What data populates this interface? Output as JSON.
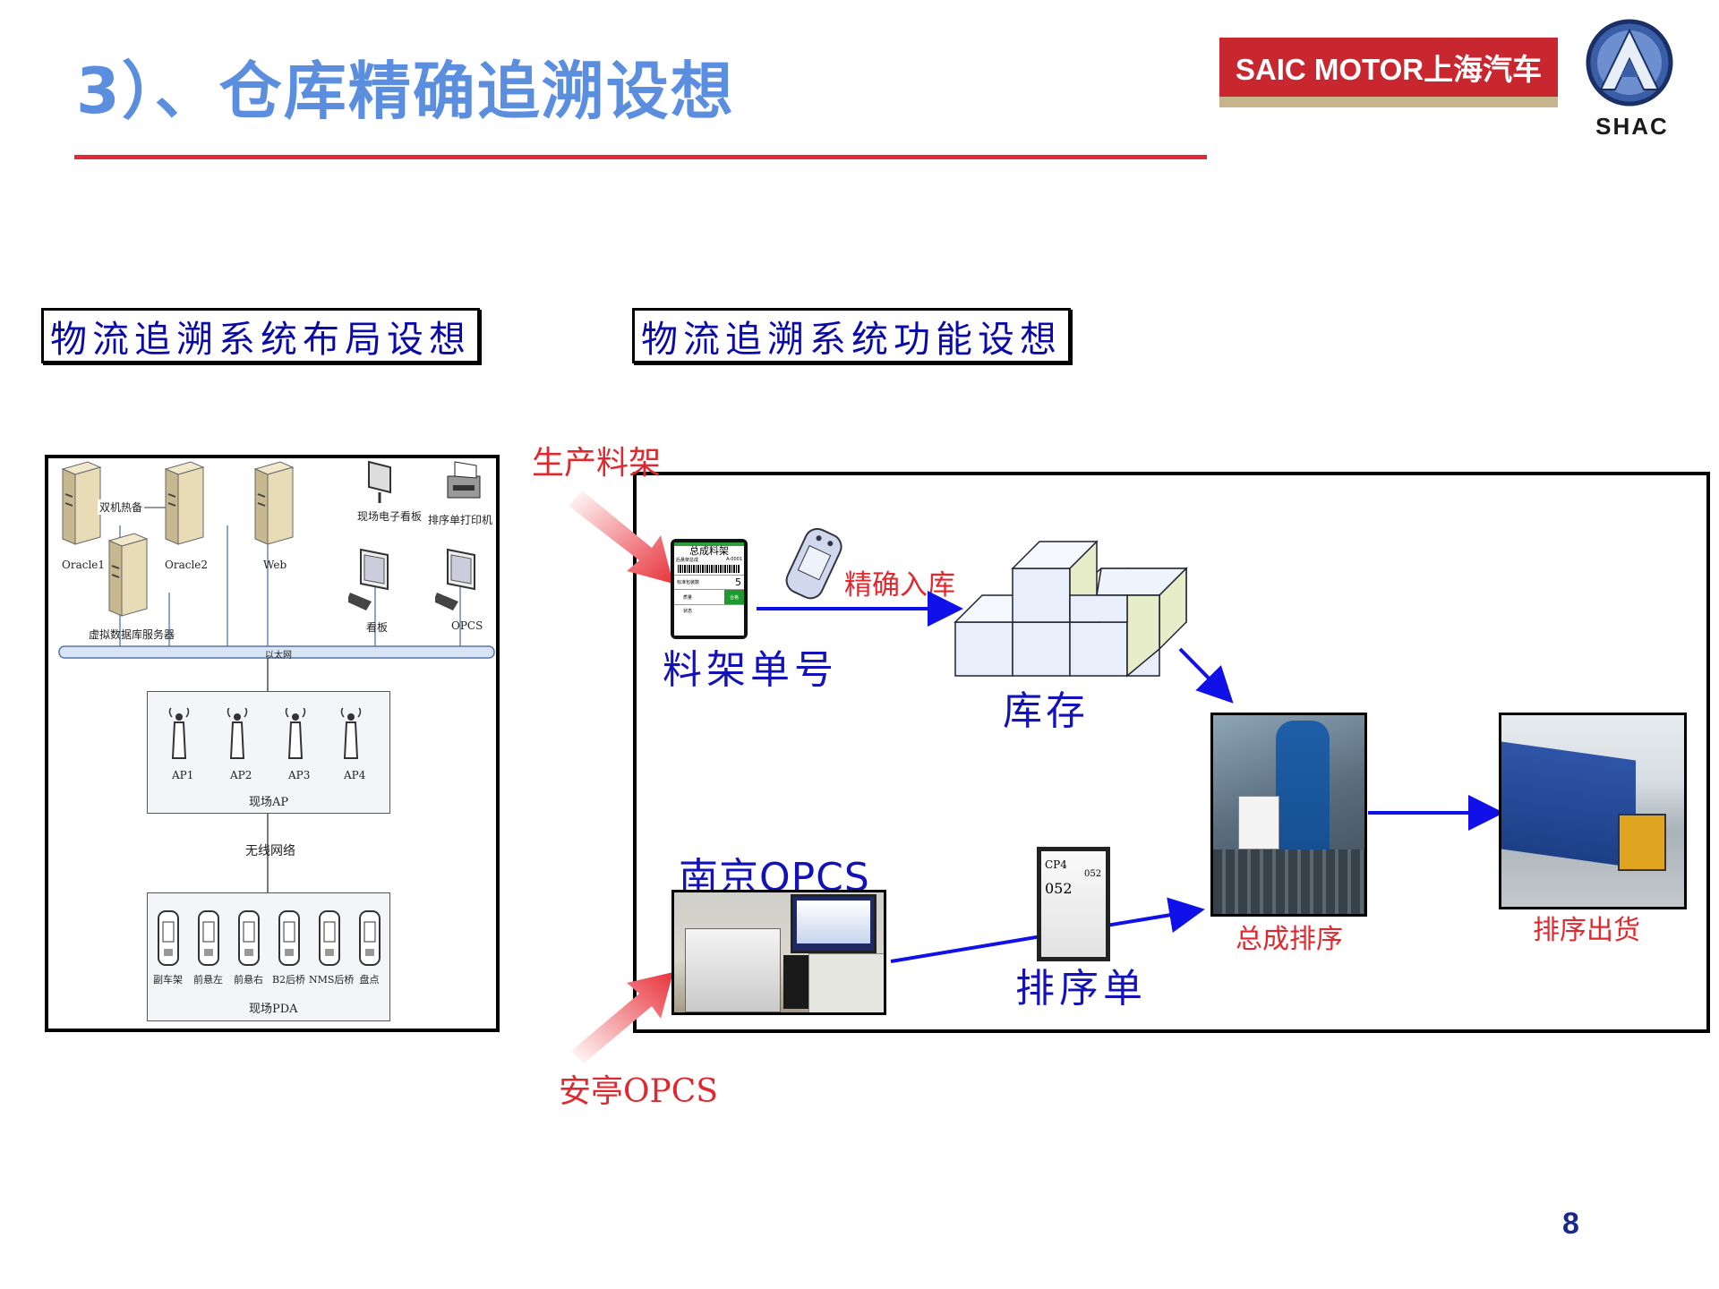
{
  "header": {
    "title": "3）、仓库精确追溯设想",
    "logo_text": "SAIC MOTOR上海汽车",
    "shac_text": "SHAC"
  },
  "sections": {
    "layout_title": "物流追溯系统布局设想",
    "function_title": "物流追溯系统功能设想"
  },
  "layout_diagram": {
    "servers": [
      "Oracle1",
      "Oracle2",
      "Web"
    ],
    "hot_backup": "双机热备",
    "virtual_db": "虚拟数据库服务器",
    "site_board": "现场电子看板",
    "sequence_printer": "排序单打印机",
    "kanban": "看板",
    "opcs": "OPCS",
    "ethernet": "以太网",
    "aps": [
      "AP1",
      "AP2",
      "AP3",
      "AP4"
    ],
    "ap_group": "现场AP",
    "wireless": "无线网络",
    "pdas": [
      "副车架",
      "前悬左",
      "前悬右",
      "B2后桥",
      "NMS后桥",
      "盘点"
    ],
    "pda_group": "现场PDA"
  },
  "function_diagram": {
    "production_rack": "生产料架",
    "precise_inbound": "精确入库",
    "rack_number": "料架单号",
    "inventory": "库存",
    "nanjing_opcs": "南京OPCS",
    "sequence_sheet": "排序单",
    "assembly_sequence": "总成排序",
    "sequence_shipping": "排序出货",
    "anting_opcs": "安亭OPCS",
    "rack_card": {
      "title": "总成料架",
      "sub_left": "后悬架总成",
      "sub_right": "A-0001",
      "std_qty_label": "标准包装数",
      "std_qty_value": "5",
      "quality_label": "质量",
      "quality_value": "合格",
      "status_label": "状态"
    },
    "sheet_card": {
      "line1": "CP4",
      "line2": "052",
      "right": "052"
    }
  },
  "page_number": "8",
  "colors": {
    "title": "#5b8ede",
    "red_line": "#e02a38",
    "blue_arrow": "#1010e8",
    "red_label": "#e0282f",
    "blue_label": "#1212b8"
  }
}
